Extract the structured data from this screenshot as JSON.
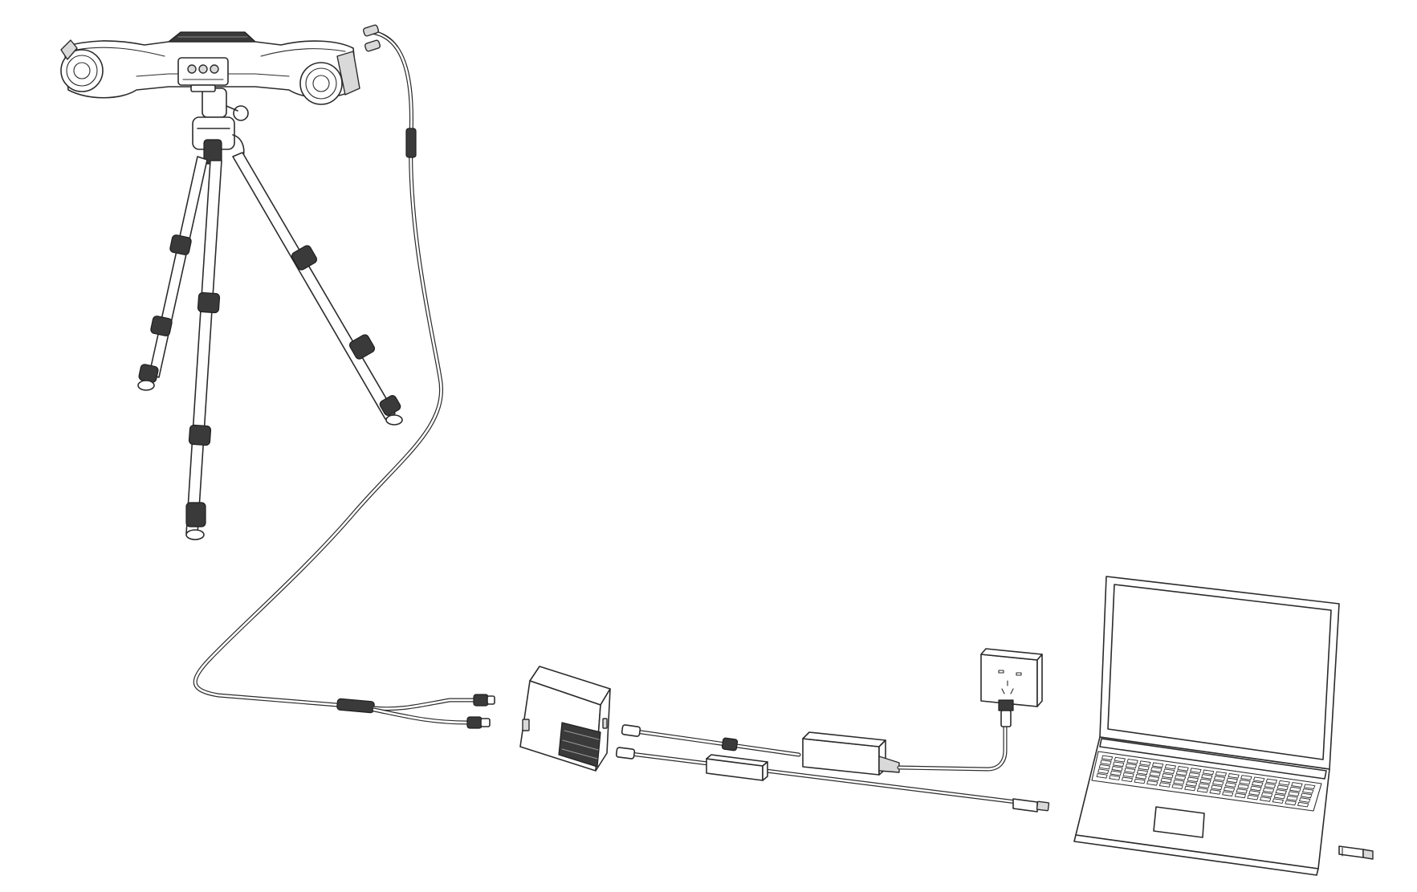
{
  "diagram": {
    "components": [
      {
        "id": "scanner",
        "icon": "3d-scanner-icon"
      },
      {
        "id": "tripod",
        "icon": "tripod-icon"
      },
      {
        "id": "power-box",
        "icon": "power-box-icon"
      },
      {
        "id": "power-adapter",
        "icon": "power-adapter-icon"
      },
      {
        "id": "wall-socket",
        "icon": "wall-socket-icon"
      },
      {
        "id": "usb-extender",
        "icon": "usb-cable-icon"
      },
      {
        "id": "laptop",
        "icon": "laptop-icon"
      },
      {
        "id": "usb-dongle",
        "icon": "usb-dongle-icon"
      }
    ],
    "colors": {
      "line": "#2b2b2b",
      "fill_light": "#d9d9d9",
      "fill_dark": "#3a3a3a",
      "background": "#ffffff"
    }
  }
}
